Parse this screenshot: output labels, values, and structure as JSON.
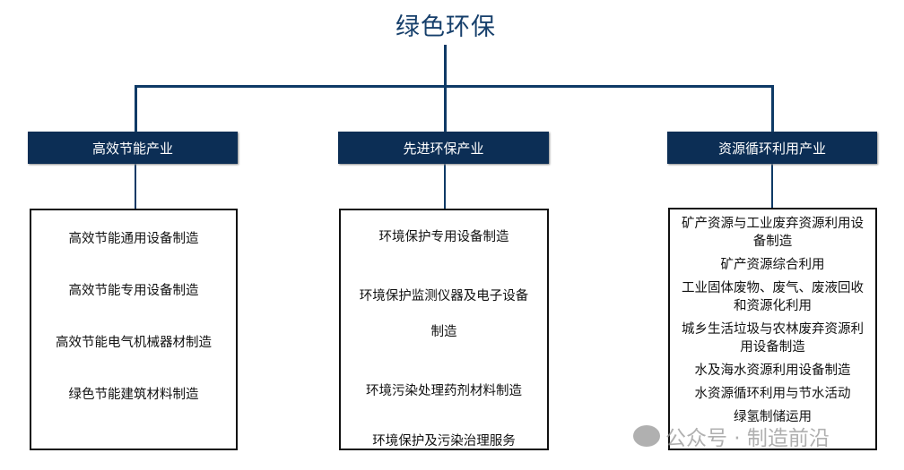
{
  "title": "绿色环保",
  "categories": [
    {
      "label": "高效节能产业",
      "items": [
        "高效节能通用设备制造",
        "高效节能专用设备制造",
        "高效节能电气机械器材制造",
        "绿色节能建筑材料制造"
      ]
    },
    {
      "label": "先进环保产业",
      "items": [
        "环境保护专用设备制造",
        "环境保护监测仪器及电子设备制造",
        "环境污染处理药剂材料制造",
        "环境保护及污染治理服务"
      ]
    },
    {
      "label": "资源循环利用产业",
      "items": [
        "矿产资源与工业废弃资源利用设备制造",
        "矿产资源综合利用",
        "工业固体废物、废气、废液回收和资源化利用",
        "城乡生活垃圾与农林废弃资源利用设备制造",
        "水及海水资源利用设备制造",
        "水资源循环利用与节水活动",
        "绿氢制储运用"
      ]
    }
  ],
  "watermark": "公众号 · 制造前沿"
}
